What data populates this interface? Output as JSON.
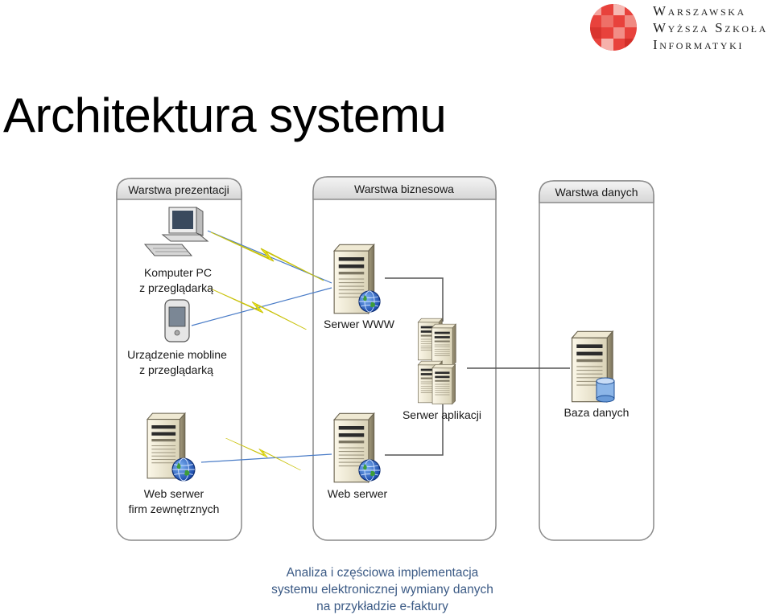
{
  "logo": {
    "lines": [
      "Warszawska",
      "Wyższa Szkoła",
      "Informatyki"
    ]
  },
  "title": "Architektura systemu",
  "diagram": {
    "tiers": [
      {
        "label": "Warstwa prezentacji"
      },
      {
        "label": "Warstwa biznesowa"
      },
      {
        "label": "Warstwa danych"
      }
    ],
    "nodes": {
      "pc": [
        "Komputer PC",
        "z przeglądarką"
      ],
      "mobile": [
        "Urządzenie mobline",
        "z przeglądarką"
      ],
      "external_web": [
        "Web serwer",
        "firm zewnętrznych"
      ],
      "www": [
        "Serwer WWW"
      ],
      "web": [
        "Web serwer"
      ],
      "app": [
        "Serwer aplikacji"
      ],
      "db": [
        "Baza danych"
      ]
    }
  },
  "caption": [
    "Analiza i częściowa implementacja",
    "systemu elektronicznej wymiany danych",
    "na przykładzie e-faktury"
  ],
  "colors": {
    "caption": "#3b5a85",
    "bolt": "#f2ee1c",
    "logo_red": "#e8423c"
  }
}
